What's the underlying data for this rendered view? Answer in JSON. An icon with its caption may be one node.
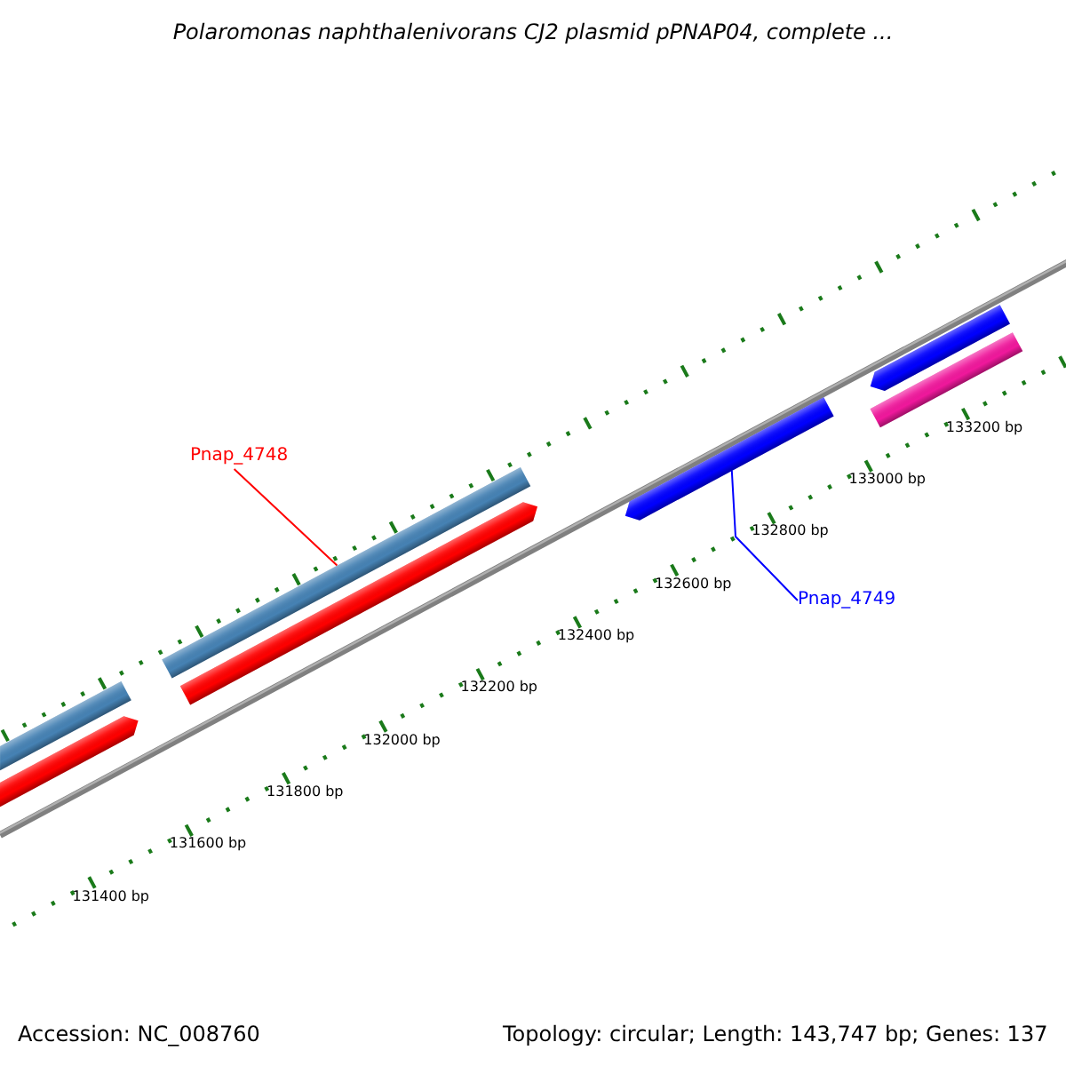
{
  "diagram": {
    "title": "Polaromonas naphthalenivorans CJ2 plasmid pPNAP04, complete ...",
    "nodes": [
      {
        "text": [
          "Pnap_4748"
        ]
      },
      {
        "text": [],
        "shape": "bar"
      },
      {
        "text": [],
        "shape": "bar"
      },
      {
        "text": [],
        "shape": "bar"
      },
      {
        "text": [],
        "shape": "bar"
      },
      {
        "text": [],
        "shape": "bar"
      },
      {
        "text": [
          "Pnap_4749"
        ]
      },
      {
        "text": [],
        "shape": "bar"
      },
      {
        "text": [],
        "shape": "bar"
      }
    ],
    "edges": [
      {
        "from": 0,
        "to": 3,
        "arrow": "none",
        "color": "#ff0000"
      },
      {
        "from": 6,
        "to": 5,
        "arrow": "none",
        "color": "#0000ff"
      }
    ],
    "labels": [
      "131400 bp",
      "131600 bp",
      "131800 bp",
      "132000 bp",
      "132200 bp",
      "132400 bp",
      "132600 bp",
      "132800 bp",
      "133000 bp",
      "133200 bp",
      "Accession: NC_008760",
      "Topology: circular; Length: 143,747 bp; Genes: 137"
    ]
  }
}
